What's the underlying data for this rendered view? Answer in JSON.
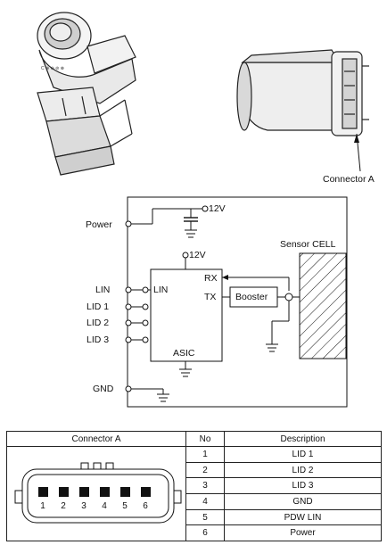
{
  "figure": {
    "connector_callout": "Connector A"
  },
  "schematic": {
    "power_label": "Power",
    "power_voltage": "12V",
    "asic_voltage": "12V",
    "sensor_cell_label": "Sensor CELL",
    "inputs": [
      "LIN",
      "LID 1",
      "LID 2",
      "LID 3"
    ],
    "gnd_label": "GND",
    "asic": {
      "name": "ASIC",
      "lin_pin": "LIN",
      "rx_pin": "RX",
      "tx_pin": "TX"
    },
    "booster_label": "Booster"
  },
  "pin_table": {
    "headers": [
      "Connector A",
      "No",
      "Description"
    ],
    "rows": [
      {
        "no": "1",
        "description": "LID 1"
      },
      {
        "no": "2",
        "description": "LID 2"
      },
      {
        "no": "3",
        "description": "LID 3"
      },
      {
        "no": "4",
        "description": "GND"
      },
      {
        "no": "5",
        "description": "PDW LIN"
      },
      {
        "no": "6",
        "description": "Power"
      }
    ],
    "connector_pins": [
      "1",
      "2",
      "3",
      "4",
      "5",
      "6"
    ]
  }
}
